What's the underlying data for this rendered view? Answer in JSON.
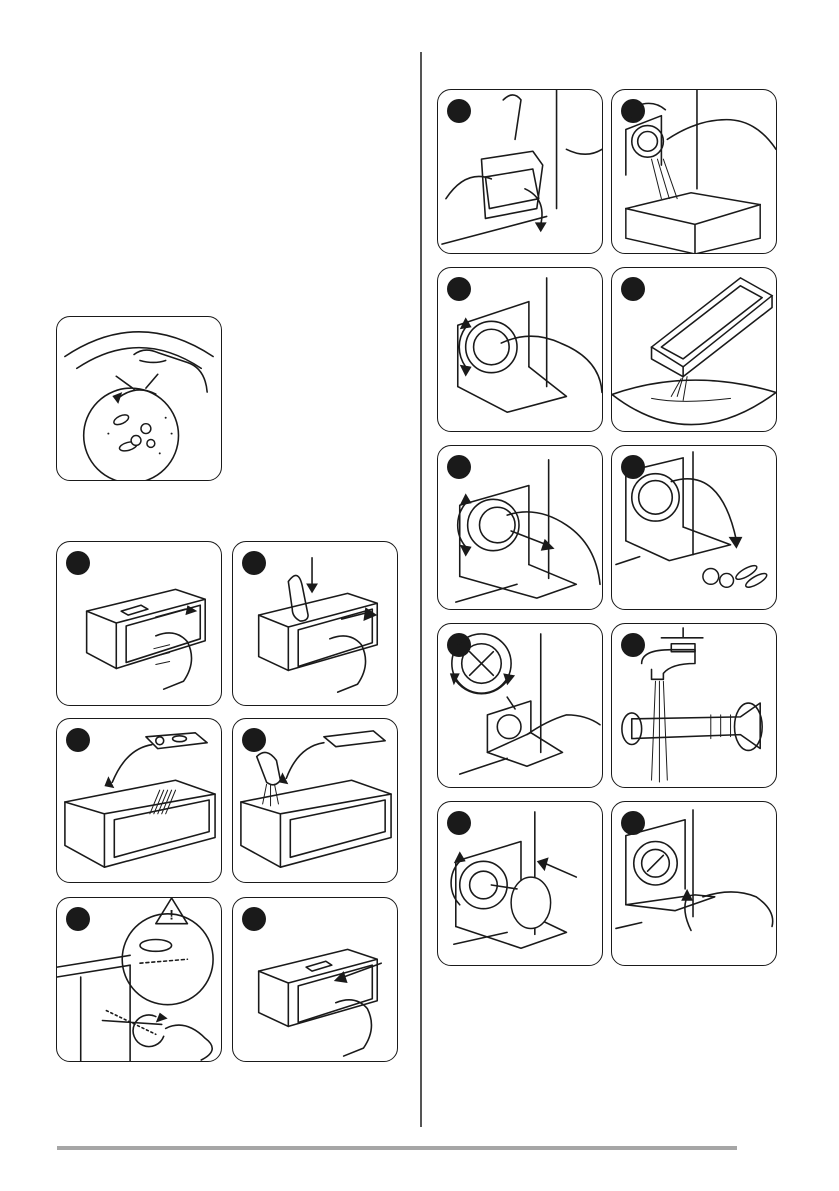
{
  "page": {
    "layout_note": "",
    "colors": {
      "ink": "#1a1a1a",
      "rule": "#a6a6a6",
      "divider": "#555555"
    }
  },
  "left_column": {
    "coin_panel": {
      "icon": "coin-trap-illustration"
    },
    "dispenser_steps": [
      {
        "icon": "drawer-pull-out-illustration"
      },
      {
        "icon": "drawer-release-press-illustration"
      },
      {
        "icon": "drawer-insert-remove-illustration"
      },
      {
        "icon": "drawer-rinse-illustration"
      },
      {
        "icon": "drawer-recess-brush-illustration",
        "warning": "!"
      },
      {
        "icon": "drawer-push-in-illustration"
      }
    ]
  },
  "right_column": {
    "filter_steps": [
      {
        "icon": "open-flap-illustration"
      },
      {
        "icon": "unscrew-filter-drain-illustration"
      },
      {
        "icon": "turn-filter-illustration"
      },
      {
        "icon": "empty-container-illustration"
      },
      {
        "icon": "pull-out-filter-illustration"
      },
      {
        "icon": "remove-objects-illustration"
      },
      {
        "icon": "clean-pump-impeller-illustration"
      },
      {
        "icon": "rinse-filter-tap-illustration"
      },
      {
        "icon": "reinsert-filter-illustration"
      },
      {
        "icon": "close-flap-illustration"
      }
    ]
  }
}
